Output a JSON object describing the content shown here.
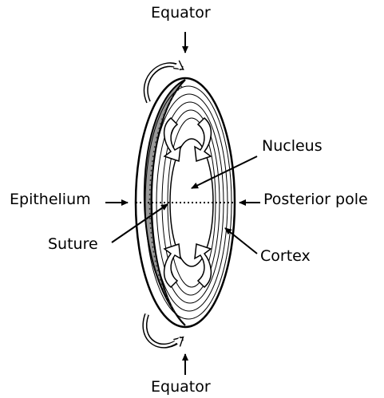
{
  "labels": {
    "equator_top": "Equator",
    "equator_bottom": "Equator",
    "nucleus": "Nucleus",
    "epithelium": "Epithelium",
    "posterior_pole": "Posterior pole",
    "suture": "Suture",
    "cortex": "Cortex"
  },
  "colors": {
    "outline": "#000000",
    "epithelium_fill": "#9a9a9a",
    "background": "#ffffff"
  }
}
